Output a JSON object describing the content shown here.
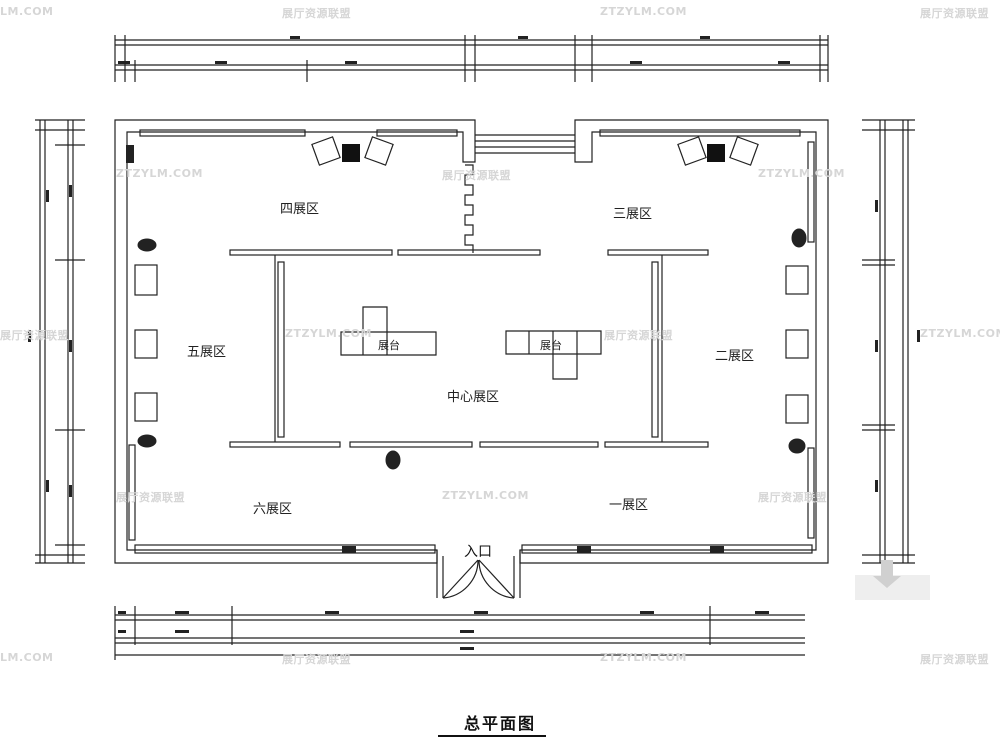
{
  "watermarks": {
    "site_cn": "展厅资源联盟",
    "site_en": "ZTZYLM.COM",
    "site_en_cut": "ZTZYLM.COM",
    "site_en_partial": "LM.COM"
  },
  "zones": {
    "zone_1": "一展区",
    "zone_2": "二展区",
    "zone_3": "三展区",
    "zone_4": "四展区",
    "zone_5": "五展区",
    "zone_6": "六展区",
    "center": "中心展区"
  },
  "booths": {
    "left": "展台",
    "right": "展台"
  },
  "entrance": "入口",
  "title": "总平面图",
  "colors": {
    "line": "#222222",
    "fill": "#111111",
    "watermark": "#d6d6d6"
  }
}
